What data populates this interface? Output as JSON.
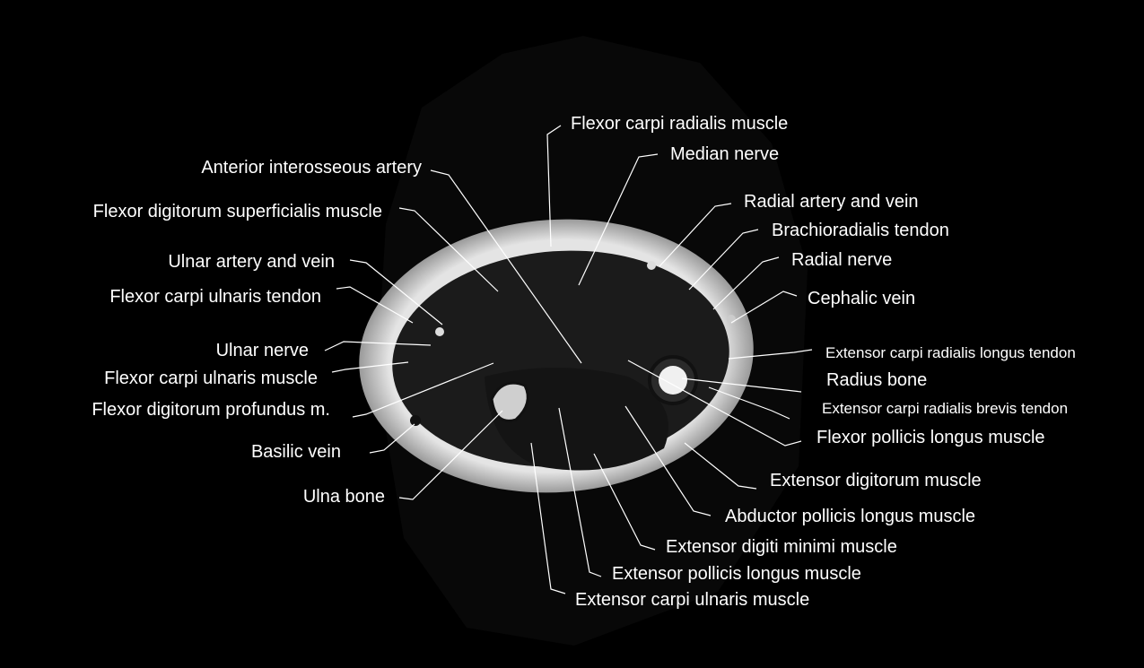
{
  "image": {
    "description_type": "axial MRI forearm",
    "colors": {
      "background": "#000000",
      "label": "#ffffff",
      "fat_ring": "#d8d8d8",
      "muscle": "#1c1c1c"
    }
  },
  "labels_left": [
    "Anterior interosseous artery",
    "Flexor digitorum superficialis muscle",
    "Ulnar artery and vein",
    "Flexor carpi ulnaris tendon",
    "Ulnar nerve",
    "Flexor carpi ulnaris muscle",
    "Flexor digitorum profundus m.",
    "Basilic vein",
    "Ulna bone"
  ],
  "labels_right": [
    "Flexor carpi radialis muscle",
    "Median nerve",
    "Radial artery and vein",
    "Brachioradialis tendon",
    "Radial nerve",
    "Cephalic vein",
    "Extensor carpi radialis longus tendon",
    "Radius bone",
    "Extensor carpi radialis brevis tendon",
    "Flexor pollicis longus muscle",
    "Extensor digitorum muscle",
    "Abductor pollicis longus muscle",
    "Extensor digiti minimi muscle",
    "Extensor pollicis longus muscle",
    "Extensor carpi ulnaris muscle"
  ]
}
